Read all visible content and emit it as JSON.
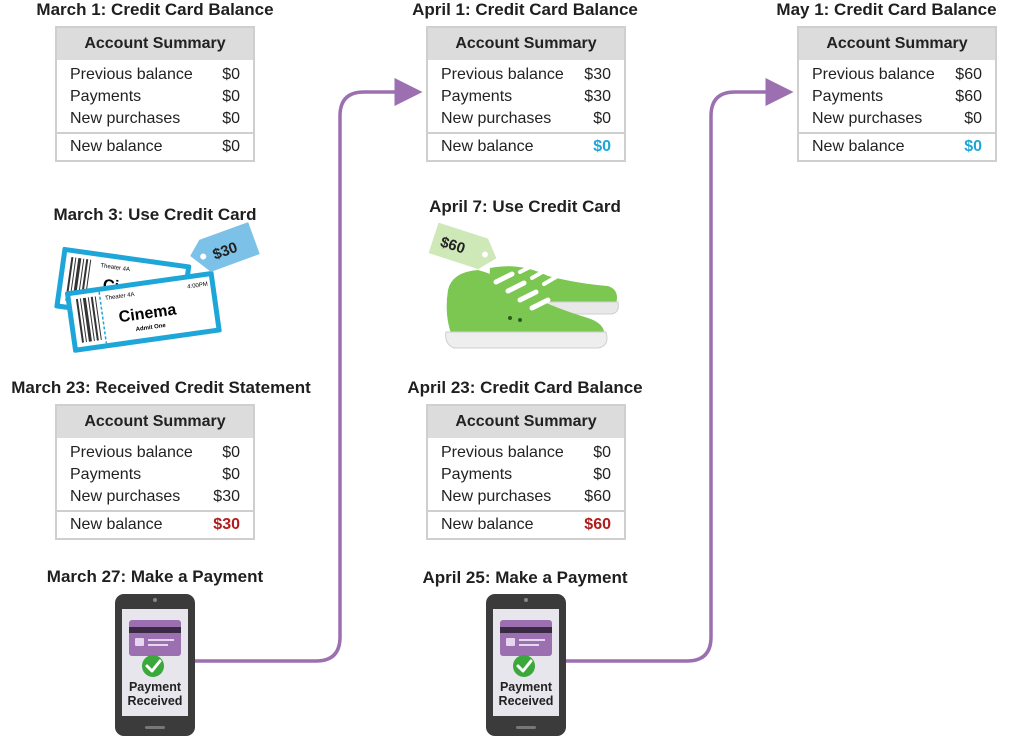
{
  "colors": {
    "flow_line": "#9b6fb0",
    "blue": "#1ea6d8",
    "red": "#b01c1c",
    "shoe": "#7cc752",
    "tag_blue": "#7cc1e8",
    "tag_green": "#cfe8b8",
    "phone": "#3b3b3b"
  },
  "march1": {
    "title": "March 1: Credit Card Balance",
    "summary": {
      "header": "Account Summary",
      "rows": [
        {
          "label": "Previous balance",
          "value": "$0"
        },
        {
          "label": "Payments",
          "value": "$0"
        },
        {
          "label": "New purchases",
          "value": "$0"
        }
      ],
      "new_balance": {
        "label": "New balance",
        "value": "$0"
      }
    }
  },
  "march3": {
    "title": "March 3: Use Credit Card",
    "tag": "$30",
    "ticket": {
      "theater": "Theater 4A",
      "time": "4:00PM",
      "name": "Cinema",
      "admit": "Admit One",
      "back_text": "Ci"
    }
  },
  "march23": {
    "title": "March 23: Received Credit Statement",
    "summary": {
      "header": "Account Summary",
      "rows": [
        {
          "label": "Previous balance",
          "value": "$0"
        },
        {
          "label": "Payments",
          "value": "$0"
        },
        {
          "label": "New purchases",
          "value": "$30"
        }
      ],
      "new_balance": {
        "label": "New balance",
        "value": "$30"
      }
    }
  },
  "march27": {
    "title": "March 27: Make a Payment",
    "phone_line1": "Payment",
    "phone_line2": "Received"
  },
  "april1": {
    "title": "April 1: Credit Card Balance",
    "summary": {
      "header": "Account Summary",
      "rows": [
        {
          "label": "Previous balance",
          "value": "$30"
        },
        {
          "label": "Payments",
          "value": "$30"
        },
        {
          "label": "New purchases",
          "value": "$0"
        }
      ],
      "new_balance": {
        "label": "New balance",
        "value": "$0"
      }
    }
  },
  "april7": {
    "title": "April 7: Use Credit Card",
    "tag": "$60"
  },
  "april23": {
    "title": "April 23: Credit Card Balance",
    "summary": {
      "header": "Account Summary",
      "rows": [
        {
          "label": "Previous balance",
          "value": "$0"
        },
        {
          "label": "Payments",
          "value": "$0"
        },
        {
          "label": "New purchases",
          "value": "$60"
        }
      ],
      "new_balance": {
        "label": "New balance",
        "value": "$60"
      }
    }
  },
  "april25": {
    "title": "April 25: Make a Payment",
    "phone_line1": "Payment",
    "phone_line2": "Received"
  },
  "may1": {
    "title": "May 1: Credit Card Balance",
    "summary": {
      "header": "Account Summary",
      "rows": [
        {
          "label": "Previous balance",
          "value": "$60"
        },
        {
          "label": "Payments",
          "value": "$60"
        },
        {
          "label": "New purchases",
          "value": "$0"
        }
      ],
      "new_balance": {
        "label": "New balance",
        "value": "$0"
      }
    }
  }
}
